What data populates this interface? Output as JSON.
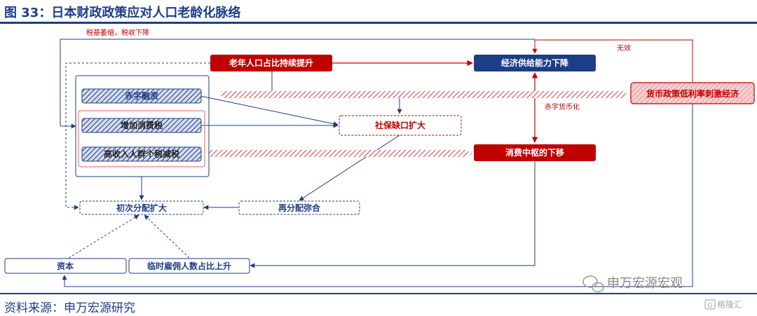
{
  "figure": {
    "title": "图 33：日本财政政策应对人口老龄化脉络",
    "source": "资料来源：申万宏源研究"
  },
  "nodes": {
    "aging": "老年人口占比持续提升",
    "supply": "经济供给能力下降",
    "monetary": "货币政策低利率刺激经济",
    "consumption": "消费中枢的下移",
    "social_gap": "社保缺口扩大",
    "deficit": "赤字融资",
    "consumption_tax": "增加消费税",
    "tax_cut": "高收入人群个税减税",
    "primary": "初次分配扩大",
    "redistribution": "再分配弥合",
    "capital": "资本",
    "temp_workers": "临时雇佣人数占比上升"
  },
  "notes": {
    "tax_base": "税基萎缩，税收下降",
    "ineffective": "无效",
    "monetization": "赤字货币化"
  },
  "watermark": {
    "account": "申万宏源宏观",
    "gelonghui": "格隆汇"
  },
  "colors": {
    "navy": "#1d3d86",
    "red": "#c00000",
    "light_red": "#f5c6c6"
  }
}
